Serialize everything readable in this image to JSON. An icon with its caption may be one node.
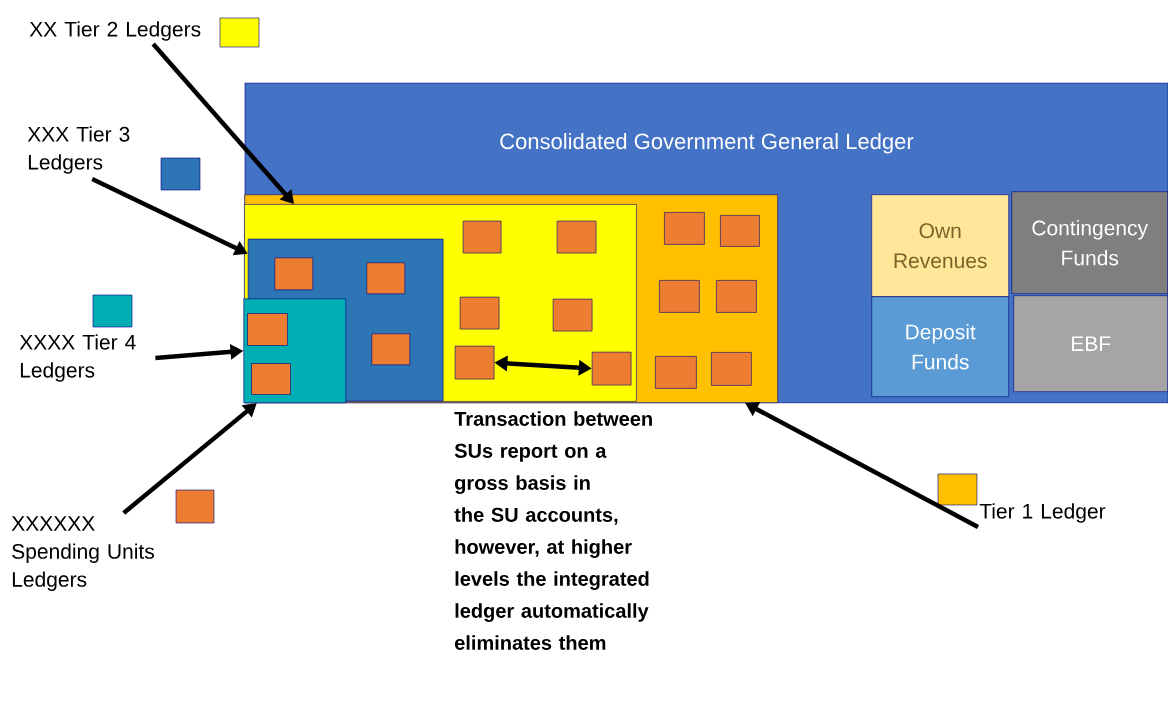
{
  "diagram": {
    "nodes": [
      {
        "text": [
          "XX Tier 2 Ledgers"
        ]
      },
      {
        "text": [],
        "shape": "box"
      },
      {
        "text": [
          "Consolidated Government General Ledger"
        ]
      },
      {
        "text": [],
        "shape": "box",
        "in": 2
      },
      {
        "text": [],
        "shape": "box",
        "in": 3
      },
      {
        "text": [],
        "shape": "box",
        "in": 4
      },
      {
        "text": [],
        "shape": "box",
        "in": 5
      },
      {
        "text": [],
        "shape": "box",
        "in": 6
      },
      {
        "text": [],
        "shape": "box",
        "in": 6
      },
      {
        "text": [],
        "shape": "box",
        "in": 5
      },
      {
        "text": [],
        "shape": "box",
        "in": 5
      },
      {
        "text": [],
        "shape": "box",
        "in": 5
      },
      {
        "text": [],
        "shape": "box",
        "in": 4
      },
      {
        "text": [],
        "shape": "box",
        "in": 4
      },
      {
        "text": [],
        "shape": "box",
        "in": 4
      },
      {
        "text": [],
        "shape": "box",
        "in": 4
      },
      {
        "text": [],
        "shape": "box",
        "in": 4
      },
      {
        "text": [],
        "shape": "box",
        "in": 4
      },
      {
        "text": [],
        "shape": "box",
        "in": 3
      },
      {
        "text": [],
        "shape": "box",
        "in": 3
      },
      {
        "text": [],
        "shape": "box",
        "in": 3
      },
      {
        "text": [],
        "shape": "box",
        "in": 3
      },
      {
        "text": [],
        "shape": "box",
        "in": 3
      },
      {
        "text": [],
        "shape": "box",
        "in": 3
      },
      {
        "text": [
          "Own Revenues"
        ],
        "in": 2
      },
      {
        "text": [
          "Contingency Funds"
        ],
        "in": 2
      },
      {
        "text": [
          "Deposit Funds"
        ],
        "in": 2
      },
      {
        "text": [
          "EBF"
        ],
        "in": 2
      },
      {
        "text": [
          "XXX Tier 3 Ledgers"
        ]
      },
      {
        "text": [],
        "shape": "box"
      },
      {
        "text": [],
        "shape": "box"
      },
      {
        "text": [
          "XXXX Tier 4 Ledgers"
        ]
      },
      {
        "text": [],
        "shape": "box"
      },
      {
        "text": [
          "Tier 1 Ledger"
        ]
      },
      {
        "text": [
          "XXXXXX Spending Units Ledgers"
        ]
      },
      {
        "text": [],
        "shape": "box"
      }
    ],
    "edges": [
      {
        "from": 0,
        "to": 4,
        "arrow": "to"
      },
      {
        "from": 28,
        "to": 5,
        "arrow": "to"
      },
      {
        "from": 31,
        "to": 6,
        "arrow": "to"
      },
      {
        "from": 34,
        "to": 6,
        "arrow": "to"
      },
      {
        "from": 33,
        "to": 3,
        "arrow": "to"
      },
      {
        "from": 16,
        "to": 17,
        "arrow": "both"
      }
    ],
    "labels": [
      "Transaction between SUs report on a gross basis in the SU accounts, however, at higher levels the integrated ledger automatically eliminates them"
    ]
  }
}
